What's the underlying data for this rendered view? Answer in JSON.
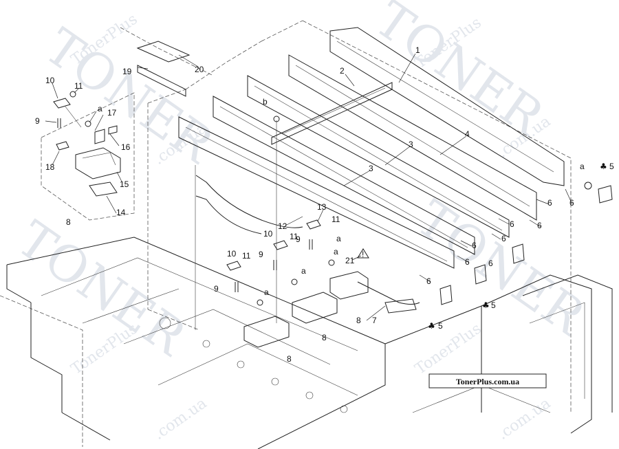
{
  "watermark": {
    "text_large": "TONER",
    "text_small": "TonerPlus",
    "text_domain": ".com.ua"
  },
  "brand_label": "TonerPlus.com.ua",
  "callouts": [
    {
      "id": "c1",
      "text": "1"
    },
    {
      "id": "c2",
      "text": "2"
    },
    {
      "id": "c3a",
      "text": "3"
    },
    {
      "id": "c3b",
      "text": "3"
    },
    {
      "id": "c4",
      "text": "4"
    },
    {
      "id": "c5a",
      "text": "5"
    },
    {
      "id": "c5b",
      "text": "5"
    },
    {
      "id": "c5c",
      "text": "5"
    },
    {
      "id": "c6a",
      "text": "6"
    },
    {
      "id": "c6b",
      "text": "6"
    },
    {
      "id": "c6c",
      "text": "6"
    },
    {
      "id": "c6d",
      "text": "6"
    },
    {
      "id": "c6e",
      "text": "6"
    },
    {
      "id": "c6f",
      "text": "6"
    },
    {
      "id": "c6g",
      "text": "6"
    },
    {
      "id": "c6h",
      "text": "6"
    },
    {
      "id": "c6i",
      "text": "6"
    },
    {
      "id": "c7",
      "text": "7"
    },
    {
      "id": "c8a",
      "text": "8"
    },
    {
      "id": "c8b",
      "text": "8"
    },
    {
      "id": "c8c",
      "text": "8"
    },
    {
      "id": "c8d",
      "text": "8"
    },
    {
      "id": "c9a",
      "text": "9"
    },
    {
      "id": "c9b",
      "text": "9"
    },
    {
      "id": "c9c",
      "text": "9"
    },
    {
      "id": "c9d",
      "text": "9"
    },
    {
      "id": "c10a",
      "text": "10"
    },
    {
      "id": "c10b",
      "text": "10"
    },
    {
      "id": "c10c",
      "text": "10"
    },
    {
      "id": "c11a",
      "text": "11"
    },
    {
      "id": "c11b",
      "text": "11"
    },
    {
      "id": "c11c",
      "text": "11"
    },
    {
      "id": "c11d",
      "text": "11"
    },
    {
      "id": "c12",
      "text": "12"
    },
    {
      "id": "c13",
      "text": "13"
    },
    {
      "id": "c14",
      "text": "14"
    },
    {
      "id": "c15",
      "text": "15"
    },
    {
      "id": "c16",
      "text": "16"
    },
    {
      "id": "c17",
      "text": "17"
    },
    {
      "id": "c18",
      "text": "18"
    },
    {
      "id": "c19",
      "text": "19"
    },
    {
      "id": "c20",
      "text": "20"
    },
    {
      "id": "c21",
      "text": "21"
    },
    {
      "id": "ca1",
      "text": "a"
    },
    {
      "id": "ca2",
      "text": "a"
    },
    {
      "id": "ca3",
      "text": "a"
    },
    {
      "id": "ca4",
      "text": "a"
    },
    {
      "id": "ca5",
      "text": "a"
    },
    {
      "id": "ca6",
      "text": "a"
    },
    {
      "id": "cb1",
      "text": "b"
    }
  ],
  "symbols": {
    "club": "♣",
    "warning": "!"
  }
}
